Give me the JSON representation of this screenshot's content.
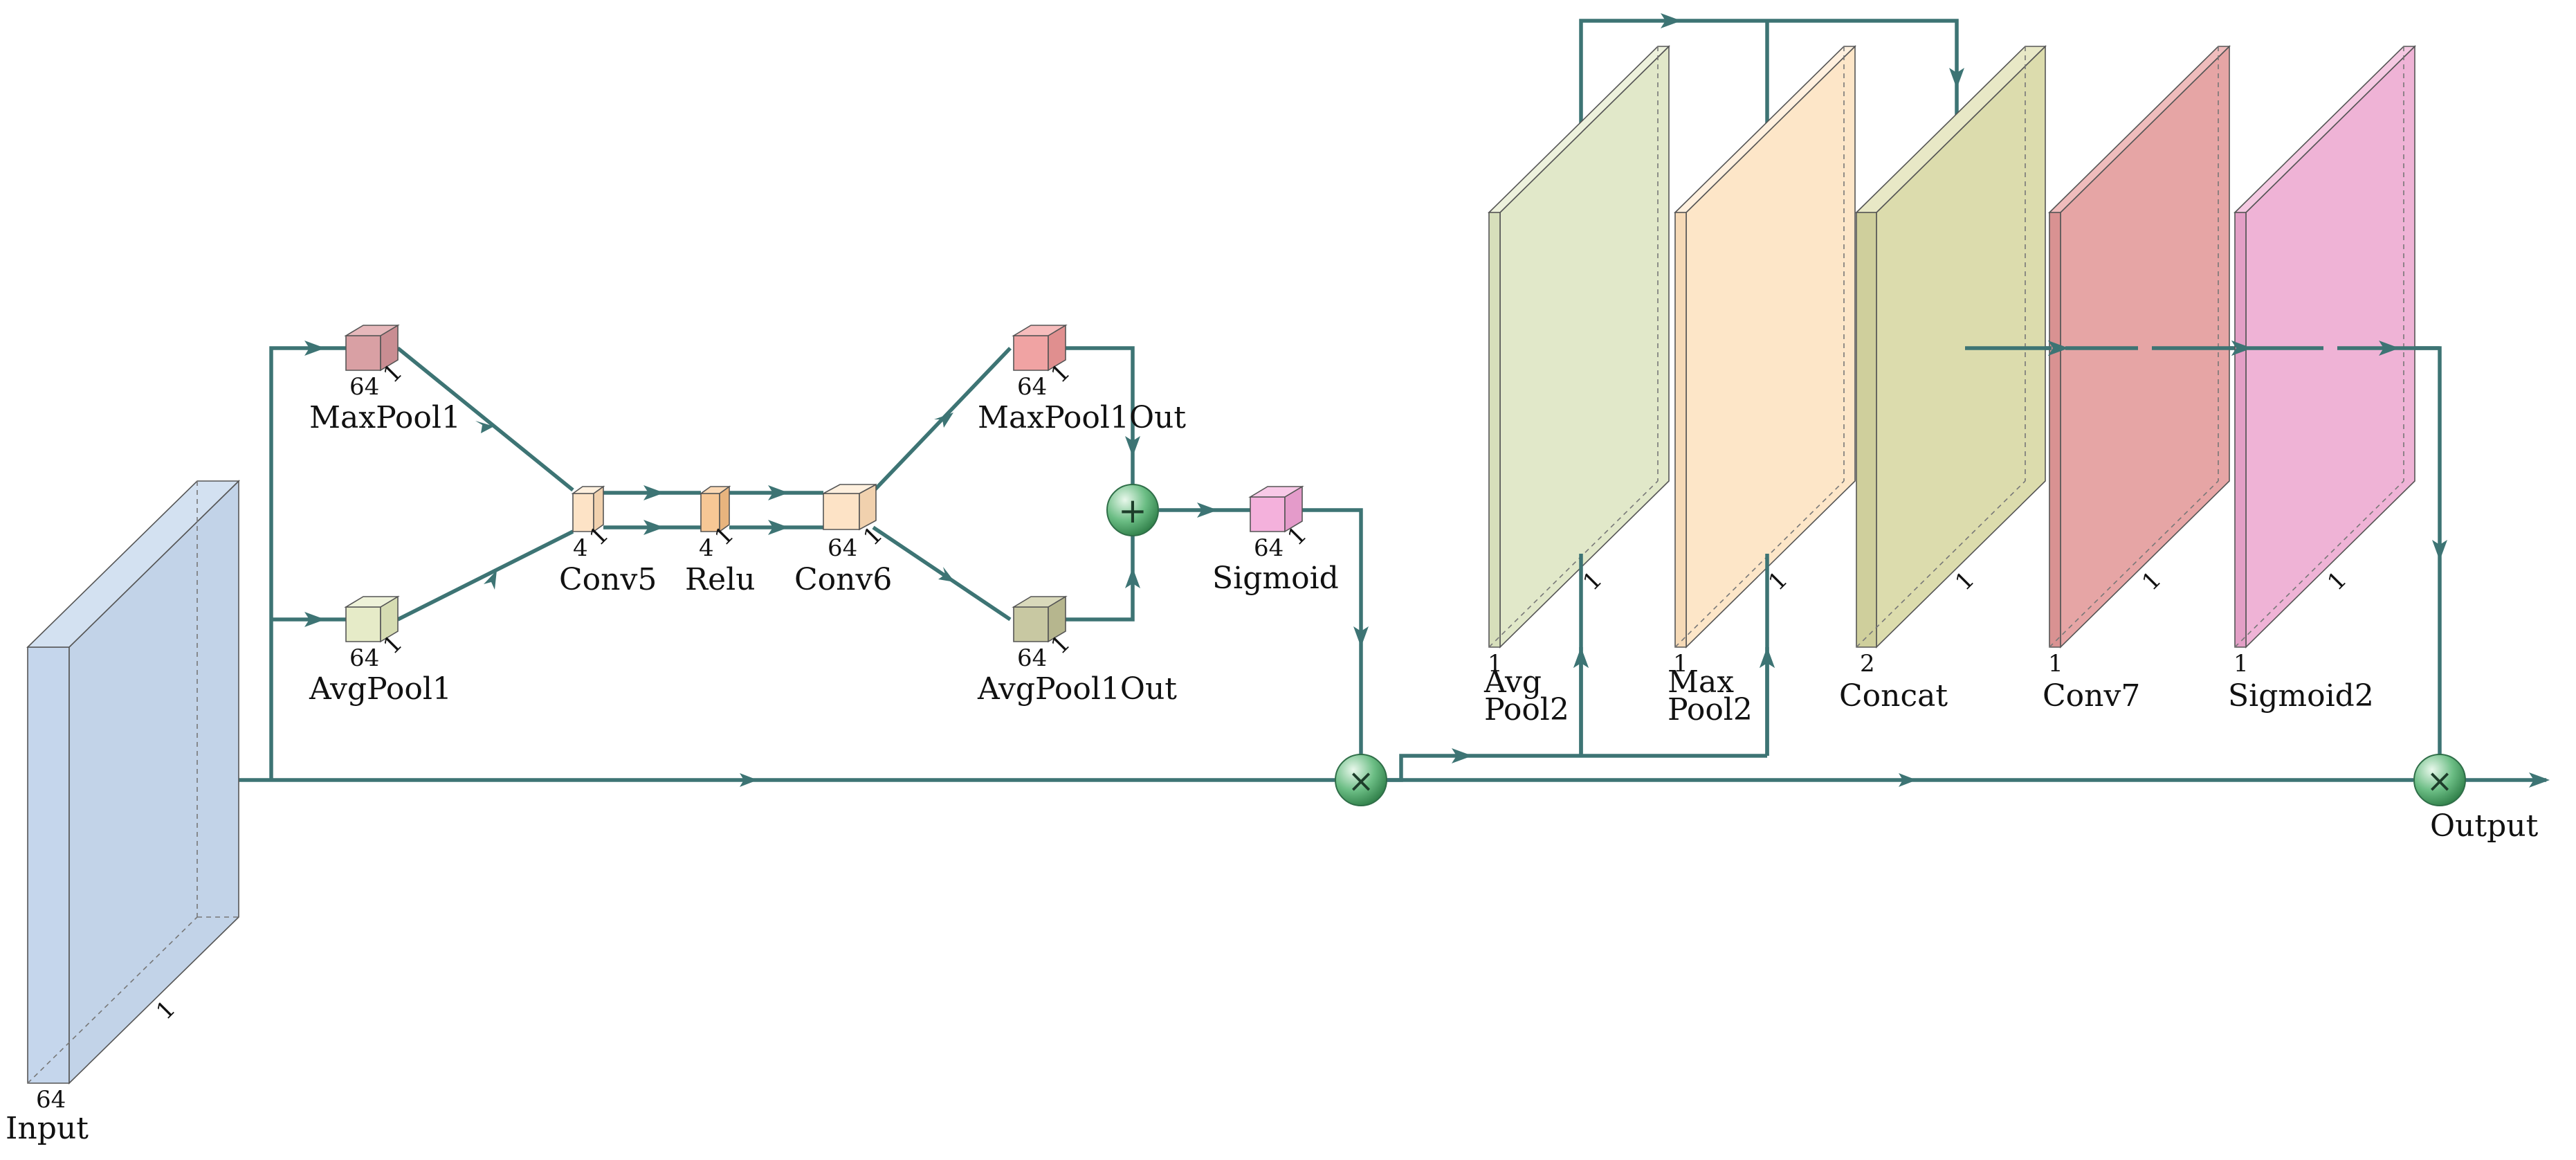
{
  "nodes": {
    "input": {
      "label": "Input",
      "depth": "64",
      "width": "1"
    },
    "maxpool1": {
      "label": "MaxPool1",
      "depth": "64",
      "width": "1"
    },
    "avgpool1": {
      "label": "AvgPool1",
      "depth": "64",
      "width": "1"
    },
    "conv5": {
      "label": "Conv5",
      "depth": "4",
      "width": "1"
    },
    "relu": {
      "label": "Relu",
      "depth": "4",
      "width": "1"
    },
    "conv6": {
      "label": "Conv6",
      "depth": "64",
      "width": "1"
    },
    "maxpool1out": {
      "label": "MaxPool1Out",
      "depth": "64",
      "width": "1"
    },
    "avgpool1out": {
      "label": "AvgPool1Out",
      "depth": "64",
      "width": "1"
    },
    "sigmoid": {
      "label": "Sigmoid",
      "depth": "64",
      "width": "1"
    },
    "avgpool2": {
      "label_line1": "Avg",
      "label_line2": "Pool2",
      "depth": "1",
      "width": "1"
    },
    "maxpool2": {
      "label_line1": "Max",
      "label_line2": "Pool2",
      "depth": "1",
      "width": "1"
    },
    "concat": {
      "label": "Concat",
      "depth": "2",
      "width": "1"
    },
    "conv7": {
      "label": "Conv7",
      "depth": "1",
      "width": "1"
    },
    "sigmoid2": {
      "label": "Sigmoid2",
      "depth": "1",
      "width": "1"
    },
    "output": {
      "label": "Output"
    }
  },
  "operators": {
    "add": "+",
    "multiply": "×",
    "multiply_output": "×"
  },
  "colors": {
    "edge": "#3d7474",
    "input_block": "#c5d6ec",
    "maxpool": "#d9a0a4",
    "avgpool": "#e6ebc8",
    "conv": "#fde3c6",
    "relu": "#f7c795",
    "maxpool_out": "#f0a3a3",
    "avgpool_out": "#c8c8a2",
    "sigmoid": "#f4b1dc",
    "avgpool2": "#e1e8c9",
    "maxpool2": "#fde6c8",
    "concat": "#dcdcad",
    "conv7": "#e6a5a5",
    "sigmoid2": "#efb3d6",
    "operator_fill": "#6bbd84"
  }
}
